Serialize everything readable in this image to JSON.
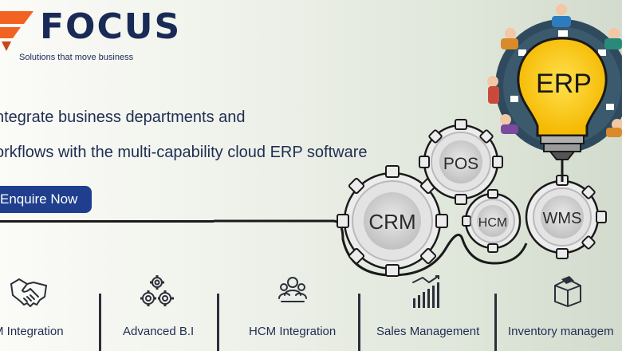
{
  "brand": {
    "name": "FOCUS",
    "tagline": "Solutions that move business",
    "accent": "#f26322",
    "navy": "#1a2a57"
  },
  "hero": {
    "headline_line1": "ntegrate business departments and",
    "headline_line2": "orkflows with the multi-capability cloud ERP software",
    "cta_label": "Enquire Now",
    "cta_color": "#1f3f8e"
  },
  "gears": {
    "crm": "CRM",
    "pos": "POS",
    "hcm": "HCM",
    "wms": "WMS",
    "erp": "ERP"
  },
  "features": [
    {
      "label": "M Integration",
      "icon": "handshake-icon"
    },
    {
      "label": "Advanced B.I",
      "icon": "gears-icon"
    },
    {
      "label": "HCM Integration",
      "icon": "people-icon"
    },
    {
      "label": "Sales Management",
      "icon": "bar-chart-icon"
    },
    {
      "label": "Inventory managem",
      "icon": "box-icon"
    }
  ]
}
